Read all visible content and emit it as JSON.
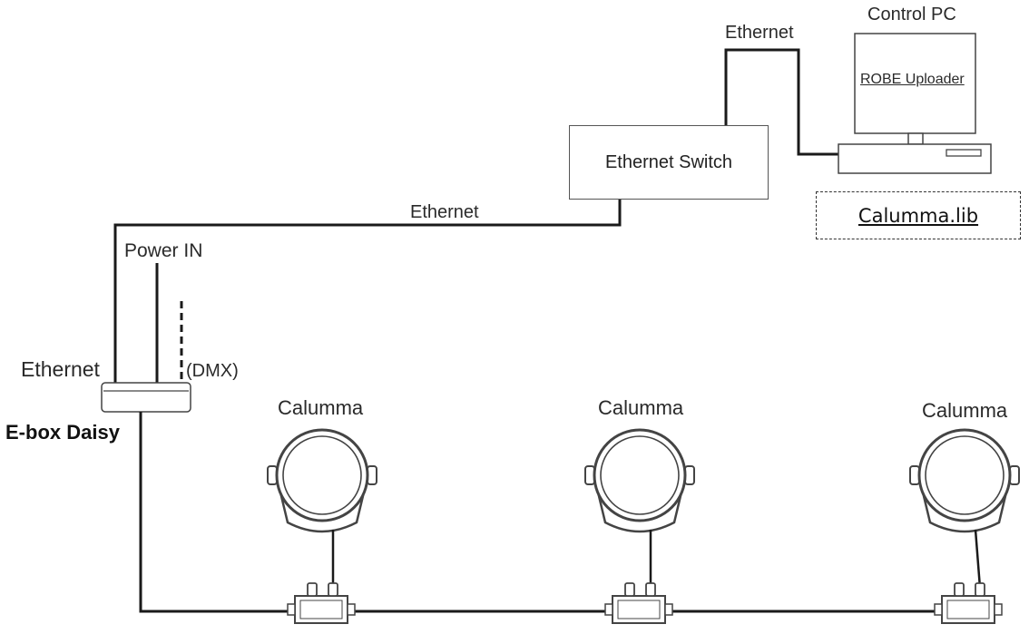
{
  "labels": {
    "control_pc": "Control PC",
    "robe_uploader": "ROBE Uploader",
    "ethernet_pc": "Ethernet",
    "ethernet_switch": "Ethernet Switch",
    "calumma_lib": "Calumma.lib",
    "ethernet_main": "Ethernet",
    "power_in": "Power IN",
    "ethernet_ebox": "Ethernet",
    "dmx": "(DMX)",
    "ebox_daisy": "E-box Daisy",
    "fixtures": [
      "Calumma",
      "Calumma",
      "Calumma"
    ]
  },
  "colors": {
    "line": "#1a1a1a",
    "outline": "#444444"
  }
}
